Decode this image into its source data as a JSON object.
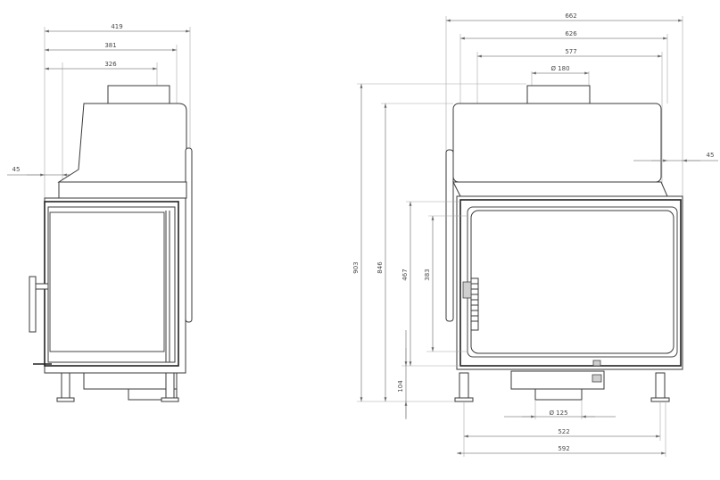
{
  "side_view": {
    "dim_width_419": "419",
    "dim_width_381": "381",
    "dim_width_326": "326",
    "dim_offset_45": "45"
  },
  "front_view": {
    "dim_width_662": "662",
    "dim_width_626": "626",
    "dim_width_577": "577",
    "dim_flue_top": "Ø 180",
    "dim_offset_45": "45",
    "dim_height_903": "903",
    "dim_height_846": "846",
    "dim_height_467": "467",
    "dim_height_383": "383",
    "dim_height_104": "104",
    "dim_flue_bottom": "Ø 125",
    "dim_width_522": "522",
    "dim_width_592": "592"
  }
}
